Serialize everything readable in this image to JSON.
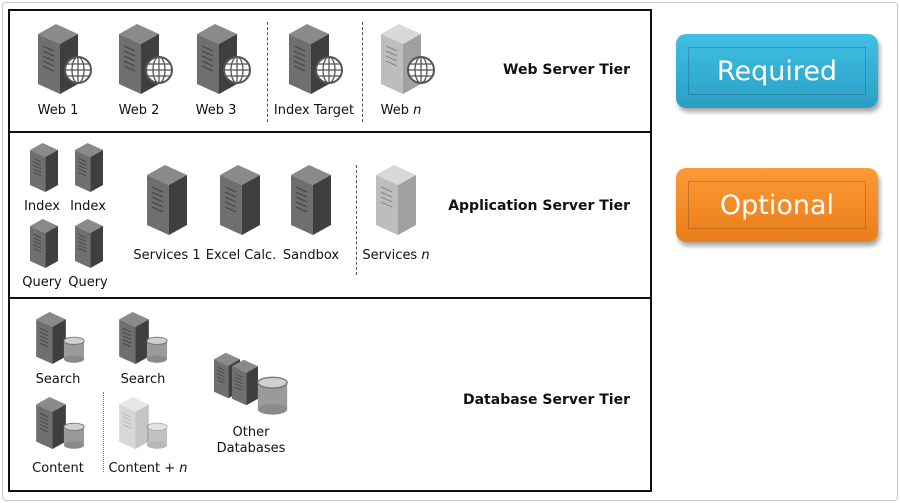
{
  "tiers": {
    "web": "Web Server Tier",
    "app": "Application Server Tier",
    "db": "Database Server Tier"
  },
  "web": {
    "items": [
      "Web 1",
      "Web 2",
      "Web 3",
      "Index Target",
      "Web"
    ],
    "n": "n"
  },
  "app": {
    "index": "Index",
    "query": "Query",
    "items": [
      "Services 1",
      "Excel Calc.",
      "Sandbox",
      "Services"
    ],
    "n": "n"
  },
  "db": {
    "search": "Search",
    "content": "Content",
    "content_n": "Content + ",
    "n": "n",
    "other1": "Other",
    "other2": "Databases"
  },
  "legend": {
    "required": "Required",
    "optional": "Optional",
    "required_color": "#3ab4d8",
    "optional_color": "#f58a25"
  }
}
